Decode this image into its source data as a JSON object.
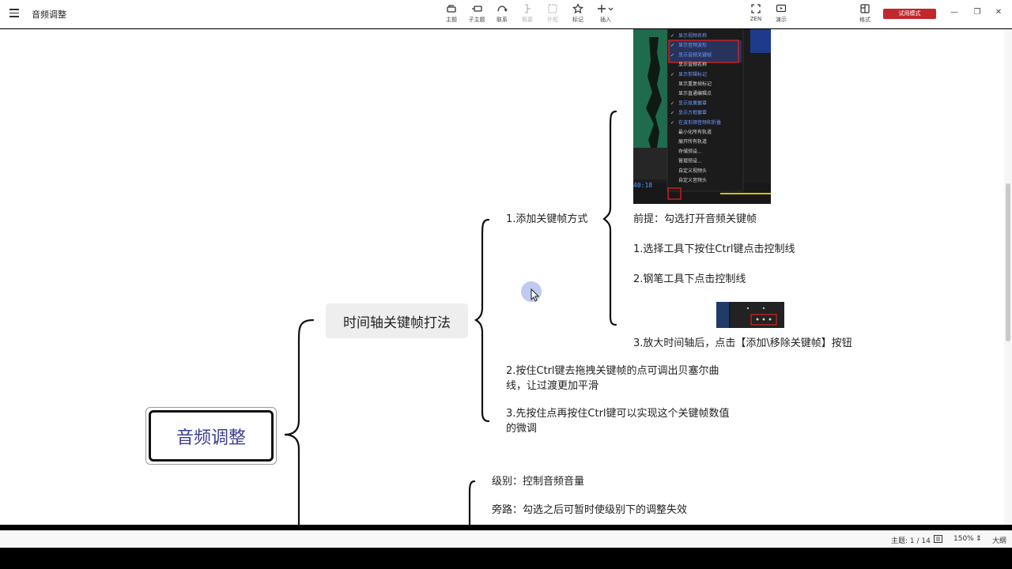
{
  "app": {
    "title": "音频调整"
  },
  "toolbar": {
    "topic": "主题",
    "subtopic": "子主题",
    "relation": "联系",
    "summary": "概要",
    "boundary": "外框",
    "marker": "标记",
    "insert": "插入",
    "zen": "ZEN",
    "present": "演示",
    "format": "格式",
    "trial": "试用模式"
  },
  "window": {
    "minimize": "—",
    "restore": "❐",
    "close": "✕"
  },
  "mindmap": {
    "root": "音频调整",
    "topic": "时间轴关键帧打法",
    "branch1": "1.添加关键帧方式",
    "premise": "前提：勾选打开音频关键帧",
    "step1": "1.选择工具下按住Ctrl键点击控制线",
    "step2": "2.钢笔工具下点击控制线",
    "step3": "3.放大时间轴后，点击【添加\\移除关键帧】按钮",
    "branch2_line1": "2.按住Ctrl键去拖拽关键帧的点可调出贝塞尔曲",
    "branch2_line2": "线，让过渡更加平滑",
    "branch3_line1": "3.先按住点再按住Ctrl键可以实现这个关键帧数值",
    "branch3_line2": "的微调",
    "level": "级别：控制音频音量",
    "bypass": "旁路：勾选之后可暂时使级别下的调整失效"
  },
  "screenshot_menu": {
    "items": [
      "显示视频名称",
      "显示音频波形",
      "显示音频关键帧",
      "显示音频名称",
      "显示剪辑标记",
      "显示重复帧标记",
      "显示直通编辑点",
      "显示效果徽章",
      "显示方框徽章",
      "在波形顺音频和折叠",
      "最小化所有轨道",
      "展开所有轨道",
      "存储预设...",
      "管理预设...",
      "自定义视频头",
      "自定义音频头"
    ],
    "timecode": "40:18"
  },
  "status": {
    "topic_count": "主题: 1 / 14",
    "zoom": "150%",
    "outline": "大纲"
  },
  "colors": {
    "trial_button": "#c0282d",
    "root_text": "#3b3f8f",
    "cursor_highlight": "#aab8ec"
  }
}
